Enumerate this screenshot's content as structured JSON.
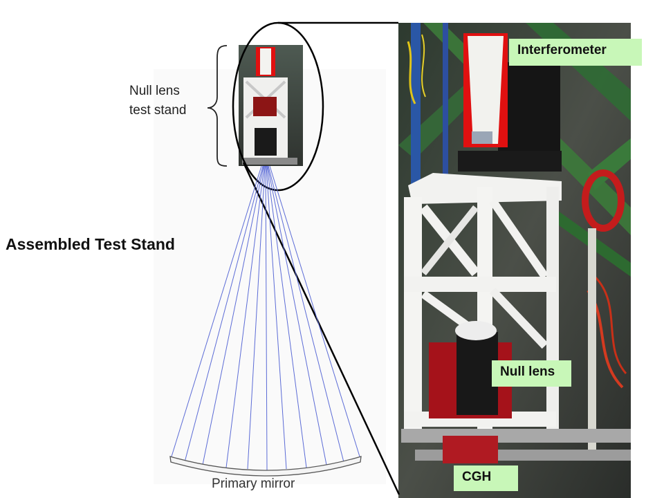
{
  "title": "Assembled Test Stand",
  "left_figure": {
    "test_stand_label_line1": "Null lens",
    "test_stand_label_line2": "test stand",
    "mirror_label": "Primary mirror"
  },
  "photo_callouts": {
    "interferometer": "Interferometer",
    "null_lens": "Null lens",
    "cgh": "CGH"
  },
  "colors": {
    "ray_lines": "#5b6bd6",
    "callout_bg": "#c8f7b8",
    "frame_white": "#ffffff",
    "housing_red": "#b01818",
    "lab_bg": "#3a3f3a"
  }
}
